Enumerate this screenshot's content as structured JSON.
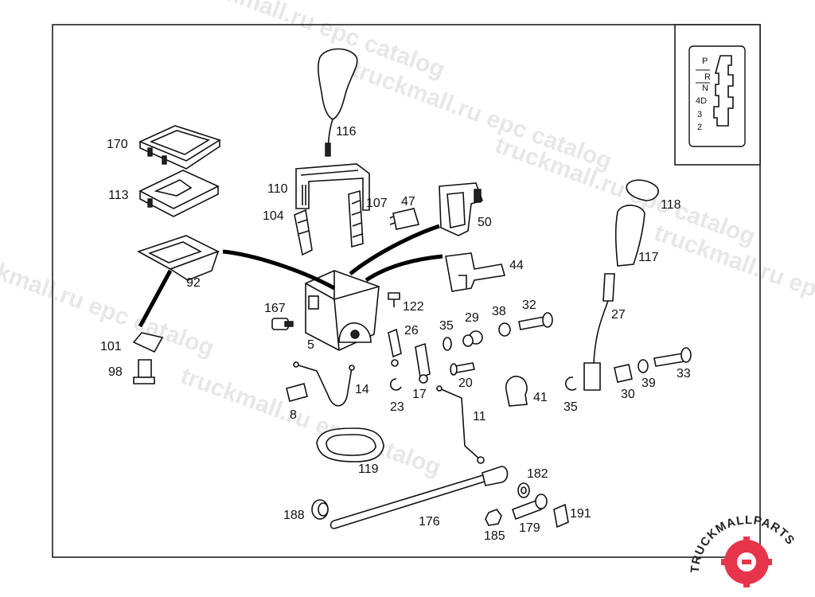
{
  "watermarks": [
    "truckmall.ru epc catalog",
    "truckmall.ru epc catalog",
    "truckmall.ru epc catalog",
    "truckmall.ru epc catalog",
    "truckmall.ru epc catalog",
    "truckmall.ru epc catalog"
  ],
  "gate_inset": {
    "positions": [
      "P",
      "R",
      "N",
      "4D",
      "3",
      "2"
    ]
  },
  "labels": {
    "p116": "116",
    "p170": "170",
    "p113": "113",
    "p110": "110",
    "p107": "107",
    "p47": "47",
    "p50": "50",
    "p104": "104",
    "p92": "92",
    "p44": "44",
    "p167": "167",
    "p122": "122",
    "p5": "5",
    "p101": "101",
    "p98": "98",
    "p26": "26",
    "p35a": "35",
    "p29": "29",
    "p38": "38",
    "p32": "32",
    "p17": "17",
    "p20": "20",
    "p23": "23",
    "p14": "14",
    "p8": "8",
    "p41": "41",
    "p35b": "35",
    "p11": "11",
    "p119": "119",
    "p118": "118",
    "p117": "117",
    "p27": "27",
    "p30": "30",
    "p39": "39",
    "p33": "33",
    "p182": "182",
    "p188": "188",
    "p176": "176",
    "p185": "185",
    "p179": "179",
    "p191": "191"
  },
  "logo": {
    "text": "TRUCKMALLPARTS",
    "colors": {
      "primary": "#222222",
      "accent": "#e8344a"
    }
  }
}
